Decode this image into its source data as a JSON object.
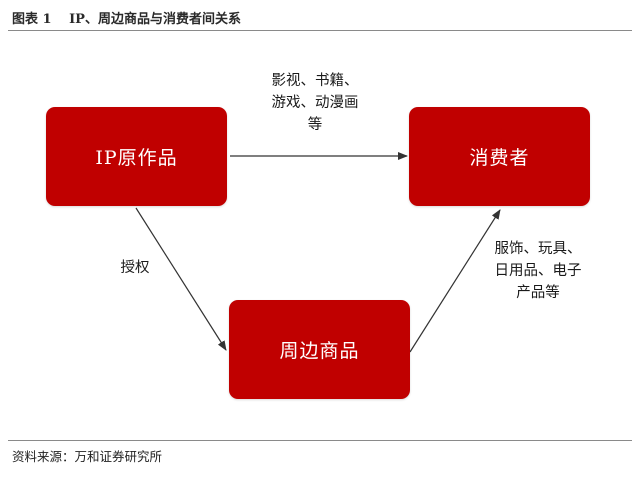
{
  "figure": {
    "title": "图表 1　 IP、周边商品与消费者间关系",
    "source": "资料来源：万和证券研究所"
  },
  "nodes": {
    "ip": "IP原作品",
    "consumer": "消费者",
    "merch": "周边商品"
  },
  "edges": {
    "media": [
      "影视、书籍、",
      "游戏、动漫画",
      "等"
    ],
    "license": "授权",
    "goods": [
      "服饰、玩具、",
      "日用品、电子",
      "产品等"
    ]
  },
  "colors": {
    "node_fill": "#c00000",
    "node_text": "#ffffff",
    "arrow": "#333333"
  }
}
